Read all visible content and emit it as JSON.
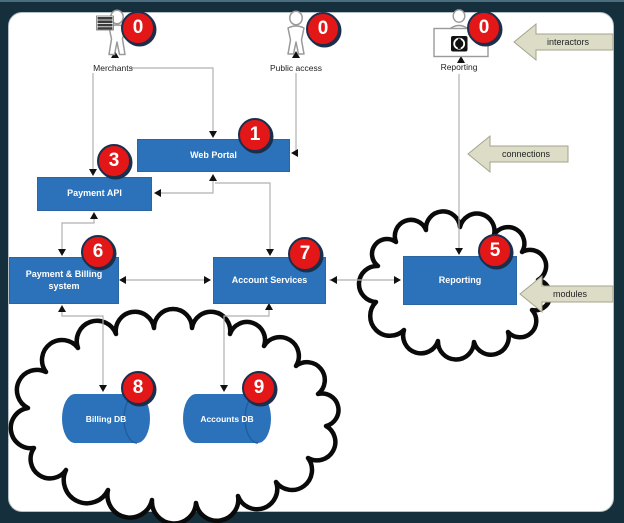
{
  "diagram": {
    "actors": [
      {
        "label": "Merchants",
        "badge": "0"
      },
      {
        "label": "Public access",
        "badge": "0"
      },
      {
        "label": "Reporting",
        "badge": "0"
      }
    ],
    "processes": [
      {
        "label": "Web Portal",
        "badge": "1"
      },
      {
        "label": "Payment API",
        "badge": "3"
      },
      {
        "label": "Payment & Billing system",
        "badge": "6"
      },
      {
        "label": "Account Services",
        "badge": "7"
      },
      {
        "label": "Reporting",
        "badge": "5"
      }
    ],
    "datastores": [
      {
        "label": "Billing DB",
        "badge": "8"
      },
      {
        "label": "Accounts DB",
        "badge": "9"
      }
    ],
    "legend": [
      {
        "label": "interactors"
      },
      {
        "label": "connections"
      },
      {
        "label": "modules"
      }
    ],
    "colors": {
      "node_fill": "#2c72ba",
      "badge_fill": "#e31717",
      "badge_border": "#1b2f4d",
      "legend_arrow_fill": "#dddcc6",
      "connector_line": "#b0b0b0",
      "cloud_stroke": "#0a0a0a",
      "frame_background": "#152f3d"
    }
  }
}
